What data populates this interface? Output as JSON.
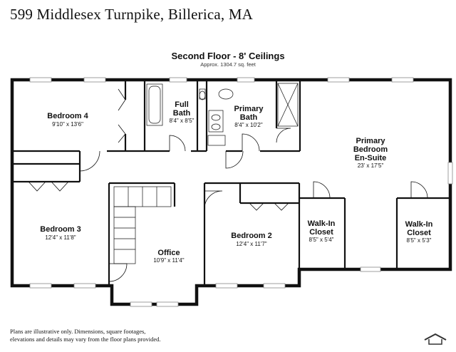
{
  "header": {
    "address": "599 Middlesex Turnpike, Billerica, MA"
  },
  "plan": {
    "title": "Second Floor - 8' Ceilings",
    "approx": "Approx. 1304.7 sq. feet"
  },
  "rooms": {
    "bedroom4": {
      "name": "Bedroom 4",
      "dims": "9'10\" x 13'6\""
    },
    "full_bath": {
      "name_line1": "Full",
      "name_line2": "Bath",
      "dims": "8'4\" x 8'5\""
    },
    "primary_bath": {
      "name_line1": "Primary",
      "name_line2": "Bath",
      "dims": "8'4\" x 10'2\""
    },
    "primary_suite": {
      "name_line1": "Primary",
      "name_line2": "Bedroom",
      "name_line3": "En-Suite",
      "dims": "23' x 17'5\""
    },
    "bedroom3": {
      "name": "Bedroom 3",
      "dims": "12'4\" x 11'8\""
    },
    "office": {
      "name": "Office",
      "dims": "10'9\" x 11'4\""
    },
    "bedroom2": {
      "name": "Bedroom 2",
      "dims": "12'4\" x 11'7\""
    },
    "walkin1": {
      "name_line1": "Walk-In",
      "name_line2": "Closet",
      "dims": "8'5\" x 5'4\""
    },
    "walkin2": {
      "name_line1": "Walk-In",
      "name_line2": "Closet",
      "dims": "8'5\" x 5'3\""
    }
  },
  "footer": {
    "disclaimer_line1": "Plans are illustrative only. Dimensions, square footages,",
    "disclaimer_line2": "elevations and details may vary from the floor plans provided."
  }
}
